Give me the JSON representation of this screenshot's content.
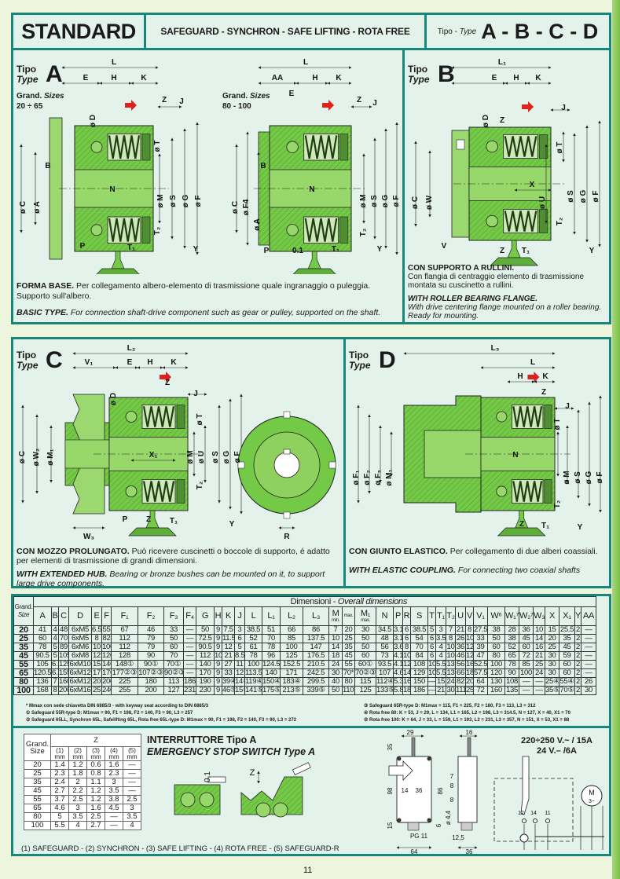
{
  "header": {
    "brand": "STANDARD",
    "product_lines": "SAFEGUARD - SYNCHRON - SAFE LIFTING - ROTA FREE",
    "type_label_it": "Tipo -",
    "type_label_en": "Type",
    "types": "A - B - C - D"
  },
  "panels": {
    "A": {
      "tipo": "Tipo",
      "type": "Type",
      "letter": "A",
      "grand": "Grand.",
      "sizes": "Sizes",
      "sizes1": "20 ÷ 65",
      "sizes2": "80 - 100",
      "it_title": "FORMA BASE.",
      "it_text": " Per collegamento albero-elemento di trasmissione quale ingranaggio o puleggia. Supporto sull'albero.",
      "en_title": "BASIC TYPE.",
      "en_text": " For connection shaft-drive component such as gear or pulley, supported on the shaft."
    },
    "B": {
      "tipo": "Tipo",
      "type": "Type",
      "letter": "B",
      "it_title": "CON SUPPORTO A RULLINI.",
      "it_text": "Con flangia di centraggio elemento di trasmissione montata su cuscinetto a rullini.",
      "en_title": "WITH ROLLER BEARING FLANGE.",
      "en_text": "With drive centering flange mounted on a roller bearing. Ready for mounting."
    },
    "C": {
      "tipo": "Tipo",
      "type": "Type",
      "letter": "C",
      "it_title": "CON MOZZO PROLUNGATO.",
      "it_text": " Può ricevere cuscinetti o boccole di supporto, é adatto per elementi di trasmissione di grandi dimensioni.",
      "en_title": "WITH EXTENDED HUB.",
      "en_text": " Bearing or bronze bushes can be mounted on it, to support large drive components."
    },
    "D": {
      "tipo": "Tipo",
      "type": "Type",
      "letter": "D",
      "it_title": "CON GIUNTO ELASTICO.",
      "it_text": " Per collegamento di due alberi coassiali.",
      "en_title": "WITH ELASTIC COUPLING.",
      "en_text": " For connecting two coaxial shafts"
    }
  },
  "drawings": {
    "a1": [
      "L",
      "E",
      "H",
      "K",
      "Z",
      "J",
      "ø D",
      "ø C",
      "ø A",
      "B",
      "N",
      "ø M",
      "ø S",
      "ø G",
      "ø F",
      "ø T",
      "T₂",
      "P",
      "T₁",
      "Y"
    ],
    "a2": [
      "AA",
      "L",
      "E",
      "H",
      "K",
      "Z",
      "J",
      "ø C",
      "ø F4",
      "ø A",
      "B",
      "N",
      "ø M",
      "ø S",
      "ø G",
      "ø F",
      "T₂",
      "P",
      "0.1",
      "T₁",
      "Y"
    ],
    "b": [
      "L₁",
      "E",
      "H",
      "K",
      "J",
      "Z",
      "ø D",
      "ø C",
      "ø W",
      "ø U",
      "ø T",
      "ø S",
      "ø G",
      "ø F",
      "X",
      "T₂",
      "V",
      "Z",
      "T₁",
      "Y"
    ],
    "c": [
      "L₂",
      "V₁",
      "E",
      "H",
      "K",
      "Z",
      "J",
      "ø D",
      "ø C",
      "ø W₂",
      "ø M₁",
      "ø M",
      "X₁",
      "ø U",
      "ø T",
      "ø S",
      "ø G",
      "ø F",
      "T₂",
      "P",
      "Z",
      "T₁",
      "W₃",
      "Y",
      "R"
    ],
    "d": [
      "L₃",
      "L",
      "H",
      "K",
      "Z",
      "J",
      "ø F₁",
      "ø F₂",
      "ø F₃",
      "ø M₁",
      "N",
      "ø T",
      "ø M",
      "ø S",
      "ø G",
      "ø F",
      "T₂",
      "Z",
      "T₁",
      "Y"
    ]
  },
  "table": {
    "title": "Dimensioni - ",
    "title_en": "Overall dimensions",
    "size_it": "Grand.",
    "size_en": "Size",
    "columns": [
      {
        "h": "A"
      },
      {
        "h": "B"
      },
      {
        "h": "C"
      },
      {
        "h": "D"
      },
      {
        "h": "E"
      },
      {
        "h": "F"
      },
      {
        "h": "F₁"
      },
      {
        "h": "F₂"
      },
      {
        "h": "F₃"
      },
      {
        "h": "F₄"
      },
      {
        "h": "G"
      },
      {
        "h": "H"
      },
      {
        "h": "K"
      },
      {
        "h": "J"
      },
      {
        "h": "L"
      },
      {
        "h": "L₁"
      },
      {
        "h": "L₂"
      },
      {
        "h": "L₃"
      },
      {
        "h": "M",
        "s": "min."
      },
      {
        "h": "",
        "s": "max."
      },
      {
        "h": "M₁",
        "s": "max."
      },
      {
        "h": "N"
      },
      {
        "h": "P"
      },
      {
        "h": "R"
      },
      {
        "h": "S"
      },
      {
        "h": "T"
      },
      {
        "h": "T₁"
      },
      {
        "h": "T₂"
      },
      {
        "h": "U"
      },
      {
        "h": "V"
      },
      {
        "h": "V₁"
      },
      {
        "h": "W⁶"
      },
      {
        "h": "W₁⁷"
      },
      {
        "h": "W₂⁷"
      },
      {
        "h": "W₃"
      },
      {
        "h": "X"
      },
      {
        "h": "X₁"
      },
      {
        "h": "Y"
      },
      {
        "h": "AA"
      }
    ],
    "rows": [
      {
        "size": "20",
        "values": [
          "41",
          "4",
          "48",
          "6xM5",
          "6.5",
          "55",
          "67",
          "46",
          "33",
          "—",
          "50",
          "9",
          "7.5",
          "3",
          "38.5",
          "51",
          "66",
          "86",
          "7",
          "20",
          "30",
          "34.5",
          "3.1",
          "6",
          "38.5",
          "5",
          "3",
          "7",
          "21",
          "8",
          "27.5",
          "38",
          "28",
          "36",
          "10",
          "15",
          "25.5",
          "2",
          "—"
        ]
      },
      {
        "size": "25",
        "values": [
          "60",
          "4",
          "70",
          "6xM5",
          "8",
          "82",
          "112",
          "79",
          "50",
          "—",
          "72.5",
          "9",
          "11.5",
          "6",
          "52",
          "70",
          "85",
          "137.5",
          "10",
          "25",
          "50",
          "48",
          "3.1",
          "6",
          "54",
          "6",
          "3.5",
          "8",
          "26",
          "10",
          "33",
          "50",
          "38",
          "45",
          "14",
          "20",
          "35",
          "2",
          "—"
        ]
      },
      {
        "size": "35",
        "values": [
          "78",
          "5",
          "89",
          "6xM6",
          "10",
          "100",
          "112",
          "79",
          "60",
          "—",
          "90.5",
          "9",
          "12",
          "5",
          "61",
          "78",
          "100",
          "147",
          "14",
          "35",
          "50",
          "56",
          "3.6",
          "8",
          "70",
          "6",
          "4",
          "10",
          "36",
          "12",
          "39",
          "60",
          "52",
          "60",
          "16",
          "25",
          "45",
          "2",
          "—"
        ]
      },
      {
        "size": "45",
        "values": [
          "90.5",
          "5",
          "105",
          "6xM8",
          "12",
          "120",
          "128",
          "90",
          "70",
          "—",
          "112",
          "10",
          "21",
          "8.5",
          "78",
          "96",
          "125",
          "176.5",
          "18",
          "45",
          "60",
          "73",
          "4.1",
          "10",
          "84",
          "6",
          "4",
          "10",
          "46",
          "12",
          "47",
          "80",
          "65",
          "72",
          "21",
          "30",
          "59",
          "2",
          "—"
        ]
      },
      {
        "size": "55",
        "values": [
          "105",
          "6.5",
          "125",
          "6xM10",
          "15",
          "146",
          "148①",
          "90①",
          "70①",
          "—",
          "140",
          "9",
          "27",
          "11",
          "100",
          "124.5",
          "152.5",
          "210.5",
          "24",
          "55",
          "60①",
          "93.5",
          "4.1",
          "12",
          "108",
          "10",
          "5.5",
          "13",
          "56",
          "16",
          "52.5",
          "100",
          "78",
          "85",
          "25",
          "30",
          "60",
          "2",
          "—"
        ]
      },
      {
        "size": "65",
        "values": [
          "120.5",
          "6.5",
          "155",
          "6xM12",
          "17",
          "176",
          "177②③",
          "107②③",
          "90②③",
          "—",
          "170",
          "9",
          "33",
          "12",
          "113.5",
          "140",
          "171",
          "242.5",
          "30",
          "70*",
          "70②③",
          "107",
          "4.6",
          "14",
          "129",
          "10",
          "5.5",
          "13",
          "66",
          "18",
          "57.5",
          "120",
          "90",
          "100",
          "24",
          "30",
          "60",
          "2",
          "—"
        ]
      },
      {
        "size": "80",
        "values": [
          "136",
          "7",
          "160",
          "6xM12",
          "20",
          "200",
          "225",
          "180",
          "113",
          "186",
          "190",
          "9",
          "39④",
          "14④",
          "119④",
          "150④",
          "183④",
          "299.5",
          "40",
          "80",
          "115",
          "112④",
          "5.3",
          "16",
          "150",
          "—",
          "15",
          "24",
          "82",
          "20",
          "64",
          "130",
          "108",
          "—",
          "—",
          "25④",
          "55④",
          "2",
          "26"
        ]
      },
      {
        "size": "100",
        "values": [
          "168",
          "8",
          "200",
          "6xM16",
          "25",
          "240",
          "255",
          "200",
          "127",
          "231",
          "230",
          "9",
          "46⑤",
          "15⑤",
          "141⑤",
          "175⑤",
          "213⑤",
          "339⑤",
          "50",
          "110*",
          "125",
          "133⑤",
          "5.8",
          "18",
          "186",
          "—",
          "21",
          "30",
          "111",
          "25",
          "72",
          "160",
          "135",
          "—",
          "—",
          "35⑤",
          "70⑤",
          "2",
          "30"
        ]
      }
    ],
    "footnotes_left": [
      "*  Mmax con sede chiavetta DIN 6885/3 - with keyway seat according to DIN 6885/3",
      "①  Safeguard 55R-type D: M1max = 90, F1 = 198, F2 = 140, F3 = 90, L3 = 257",
      "②  Safeguard 65LL, Synchron 65L, Safelifting 65L, Rota free 65L-type D: M1max = 90, F1 = 198, F2 = 140, F3 = 90, L3 = 272"
    ],
    "footnotes_right": [
      "③  Safeguard 65R-type D: M1max = 115, F1 = 225, F2 = 180, F3 = 113, L3 = 312",
      "④  Rota free 80: K = 53, J = 29, L = 134, L1 = 165, L2 = 198, L3 = 314.5, N = 127, X = 40, X1 = 70",
      "⑤  Rota free 100: K = 64, J = 33, L = 159, L1 = 193, L2 = 231, L3 = 357, N = 151, X = 53, X1 = 88"
    ]
  },
  "z_table": {
    "size_it": "Grand.",
    "size_en": "Size",
    "z": "Z",
    "cols": [
      "(1)",
      "(2)",
      "(3)",
      "(4)",
      "(5)"
    ],
    "unit": "mm",
    "rows": [
      {
        "size": "20",
        "v": [
          "1.4",
          "1.2",
          "0.6",
          "1.6",
          "—"
        ]
      },
      {
        "size": "25",
        "v": [
          "2.3",
          "1.8",
          "0.8",
          "2.3",
          "—"
        ]
      },
      {
        "size": "35",
        "v": [
          "2.4",
          "2",
          "1.1",
          "3",
          "—"
        ]
      },
      {
        "size": "45",
        "v": [
          "2.7",
          "2.2",
          "1.2",
          "3.5",
          "—"
        ]
      },
      {
        "size": "55",
        "v": [
          "3.7",
          "2.5",
          "1.2",
          "3.8",
          "2.5"
        ]
      },
      {
        "size": "65",
        "v": [
          "4.6",
          "3",
          "1.6",
          "4.5",
          "3"
        ]
      },
      {
        "size": "80",
        "v": [
          "5",
          "3.5",
          "2.5",
          "—",
          "3.5"
        ]
      },
      {
        "size": "100",
        "v": [
          "5.5",
          "4",
          "2.7",
          "—",
          "4"
        ]
      }
    ],
    "legend": "(1) SAFEGUARD - (2) SYNCHRON - (3) SAFE LIFTING - (4) ROTA FREE - (5) SAFEGUARD-R"
  },
  "emergency": {
    "title_it": "INTERRUTTORE Tipo A",
    "title_en": "EMERGENCY STOP SWITCH Type A",
    "gap_labels": [
      "0,1",
      "Z"
    ],
    "box_dims": [
      "29",
      "35",
      "98",
      "14",
      "36",
      "86",
      "15",
      "PG 11",
      "64",
      "16",
      "7",
      "8",
      "8",
      "6",
      "ø 4,4",
      "12,5",
      "36"
    ],
    "rating_ac": "220÷250 V.~ / 15A",
    "rating_dc": "24 V.– /6A",
    "motor": [
      "M",
      "3~"
    ],
    "terminals": [
      "12",
      "14",
      "11"
    ]
  },
  "page_number": "11",
  "colors": {
    "frame": "#17877c",
    "panel": "#e3f2ea",
    "part": "#74c947",
    "arrow": "#e0201b"
  }
}
